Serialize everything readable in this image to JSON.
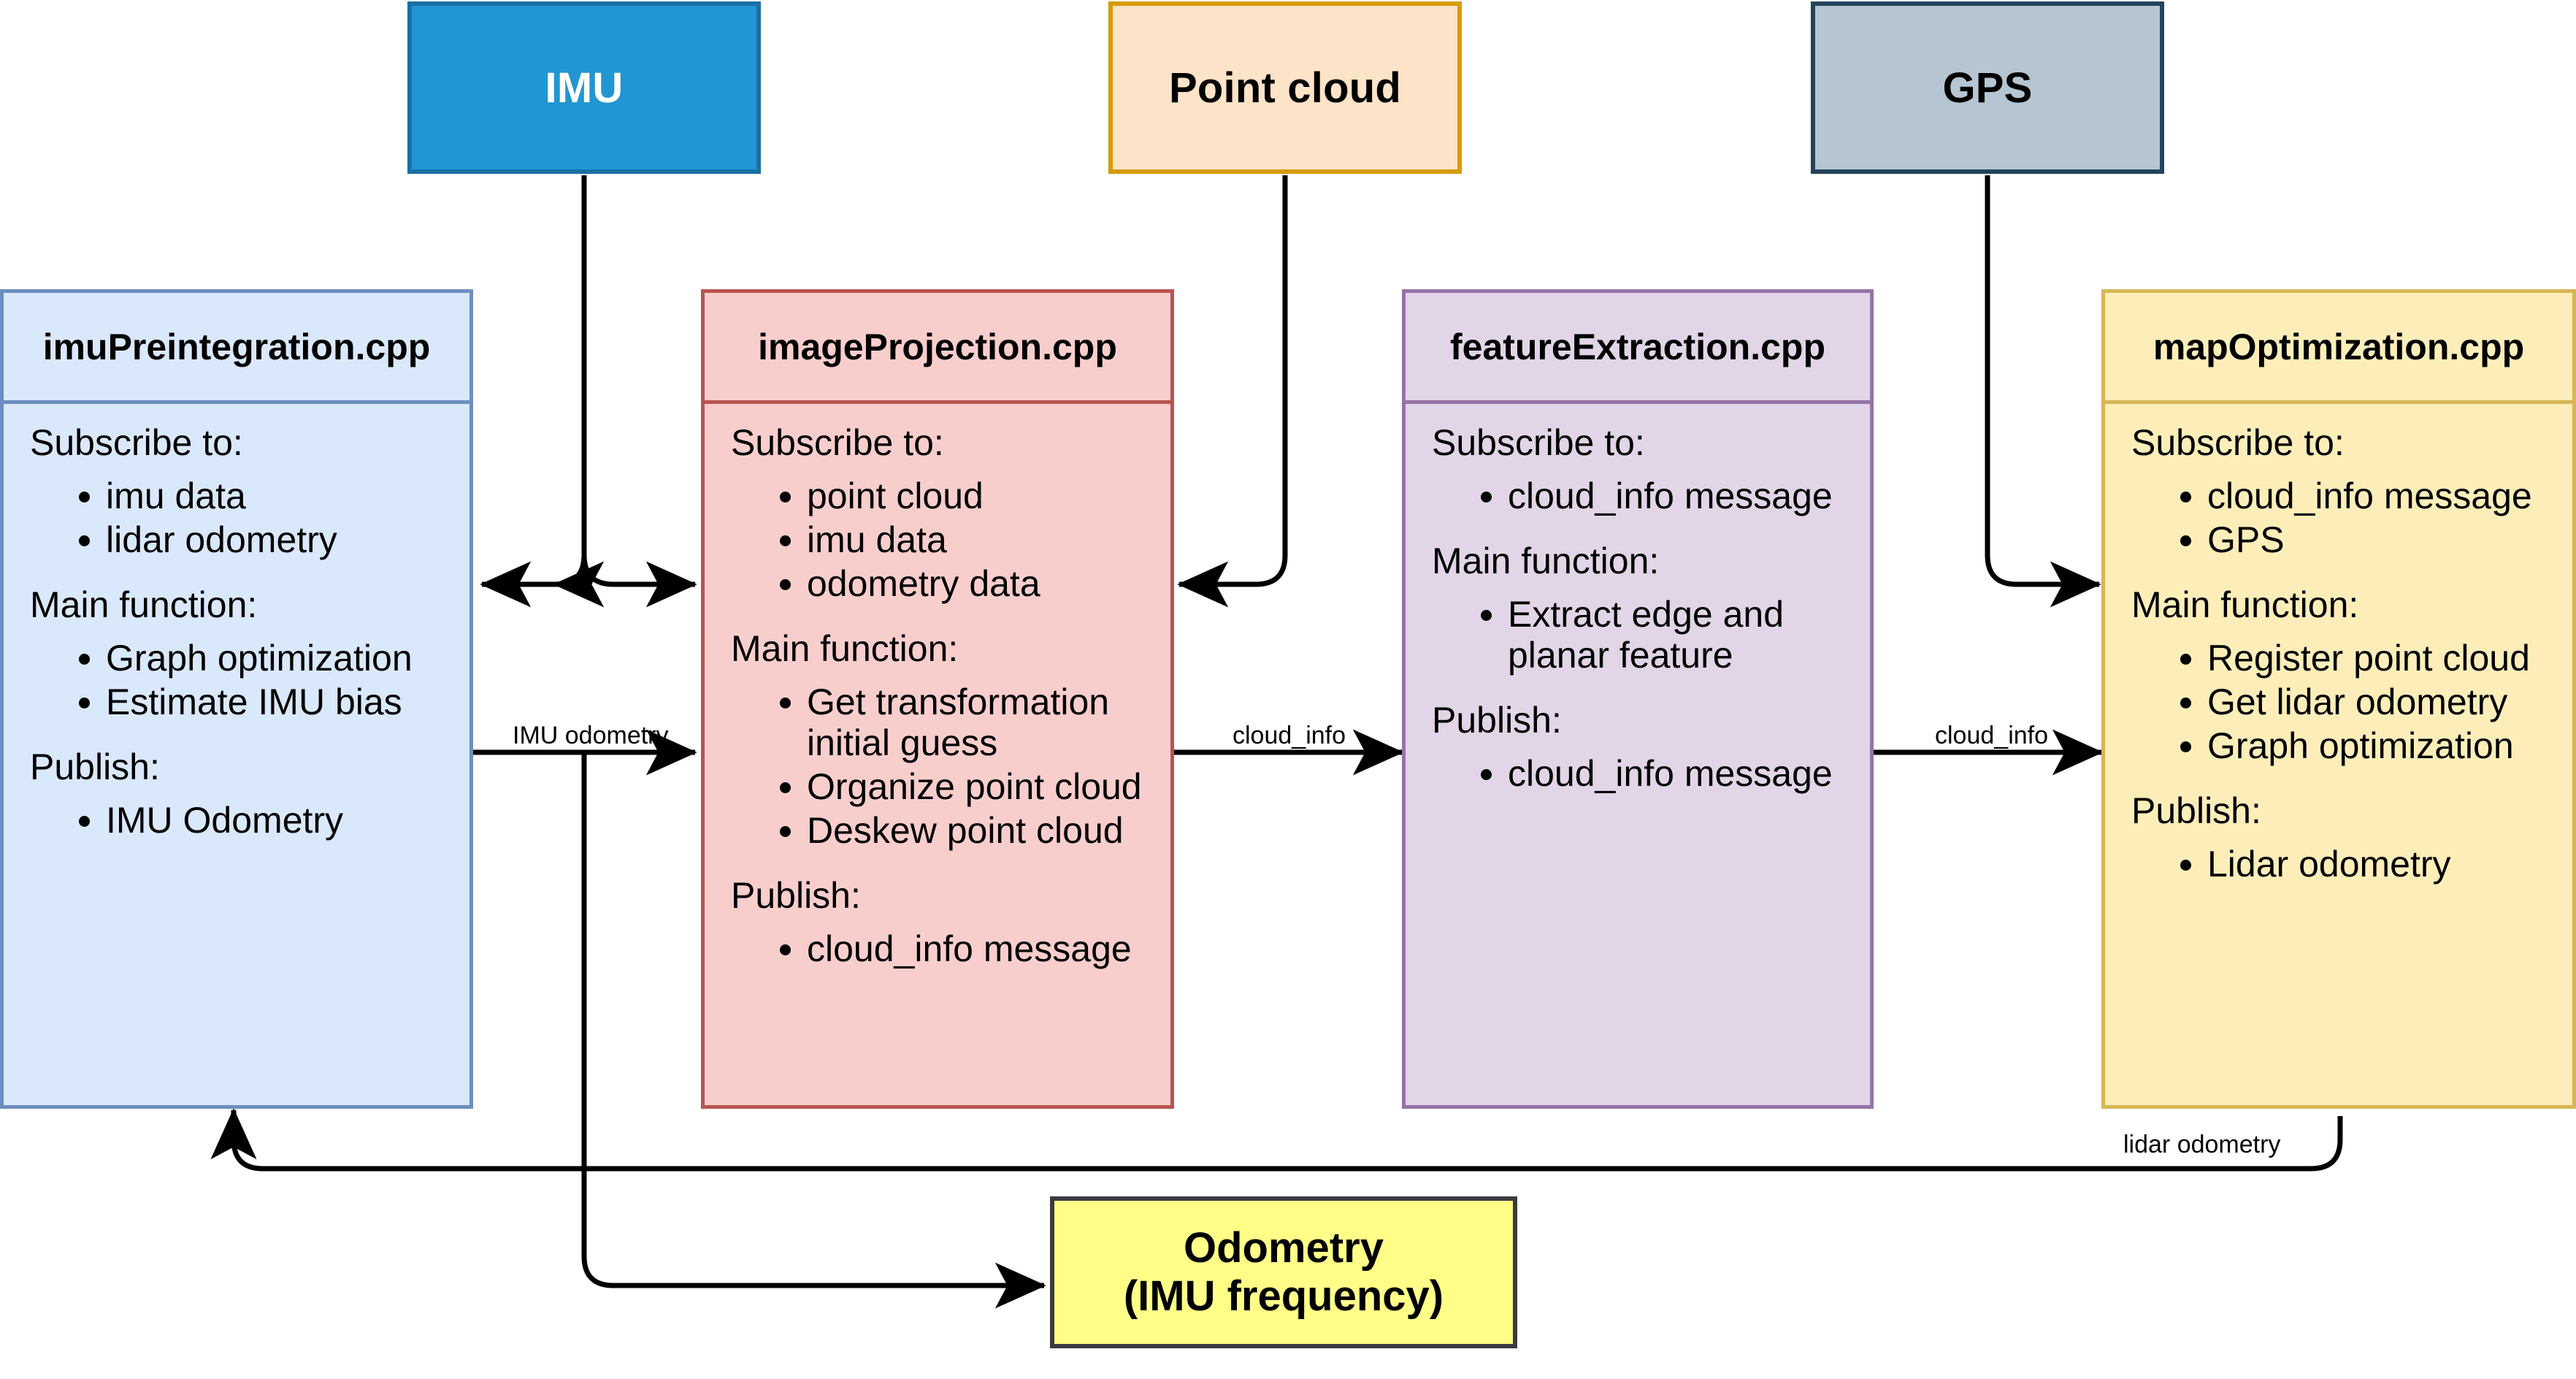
{
  "diagram": {
    "title": "LIO-SAM node data flow",
    "sources": [
      {
        "id": "imu",
        "label": "IMU",
        "fill": "#2196d3",
        "stroke": "#1a6fa3"
      },
      {
        "id": "cloud",
        "label": "Point cloud",
        "fill": "#fde3c8",
        "stroke": "#d79b00"
      },
      {
        "id": "gps",
        "label": "GPS",
        "fill": "#b5c5d1",
        "stroke": "#23445d"
      }
    ],
    "nodes": [
      {
        "id": "imu-preintegration",
        "title": "imuPreintegration.cpp",
        "fill": "#dae8fc",
        "stroke": "#6c8ebf",
        "sections": [
          {
            "heading": "Subscribe to:",
            "items": [
              "imu data",
              "lidar odometry"
            ]
          },
          {
            "heading": "Main function:",
            "items": [
              "Graph optimization",
              "Estimate IMU bias"
            ]
          },
          {
            "heading": "Publish:",
            "items": [
              "IMU Odometry"
            ]
          }
        ]
      },
      {
        "id": "image-projection",
        "title": "imageProjection.cpp",
        "fill": "#f8cecc",
        "stroke": "#b85450",
        "sections": [
          {
            "heading": "Subscribe to:",
            "items": [
              "point cloud",
              "imu data",
              "odometry data"
            ]
          },
          {
            "heading": "Main function:",
            "items": [
              "Get transformation initial guess",
              "Organize point cloud",
              "Deskew point cloud"
            ]
          },
          {
            "heading": "Publish:",
            "items": [
              "cloud_info message"
            ]
          }
        ]
      },
      {
        "id": "feature-extraction",
        "title": "featureExtraction.cpp",
        "fill": "#e1d5e7",
        "stroke": "#9673a6",
        "sections": [
          {
            "heading": "Subscribe to:",
            "items": [
              "cloud_info message"
            ]
          },
          {
            "heading": "Main function:",
            "items": [
              "Extract edge and planar feature"
            ]
          },
          {
            "heading": "Publish:",
            "items": [
              "cloud_info message"
            ]
          }
        ]
      },
      {
        "id": "map-optimization",
        "title": "mapOptimization.cpp",
        "fill": "#fdeeb9",
        "stroke": "#d6b656",
        "sections": [
          {
            "heading": "Subscribe to:",
            "items": [
              "cloud_info message",
              "GPS"
            ]
          },
          {
            "heading": "Main function:",
            "items": [
              "Register point cloud",
              "Get lidar odometry",
              "Graph optimization"
            ]
          },
          {
            "heading": "Publish:",
            "items": [
              "Lidar odometry"
            ]
          }
        ]
      }
    ],
    "output": {
      "id": "odometry-output",
      "line1": "Odometry",
      "line2": "(IMU frequency)",
      "fill": "#ffff88",
      "stroke": "#3b3b42"
    },
    "edge_labels": [
      {
        "id": "imu-odometry",
        "text": "IMU odometry"
      },
      {
        "id": "cloud-info-1",
        "text": "cloud_info"
      },
      {
        "id": "cloud-info-2",
        "text": "cloud_info"
      },
      {
        "id": "lidar-odometry",
        "text": "lidar odometry"
      }
    ],
    "edge_color": "#000000"
  }
}
